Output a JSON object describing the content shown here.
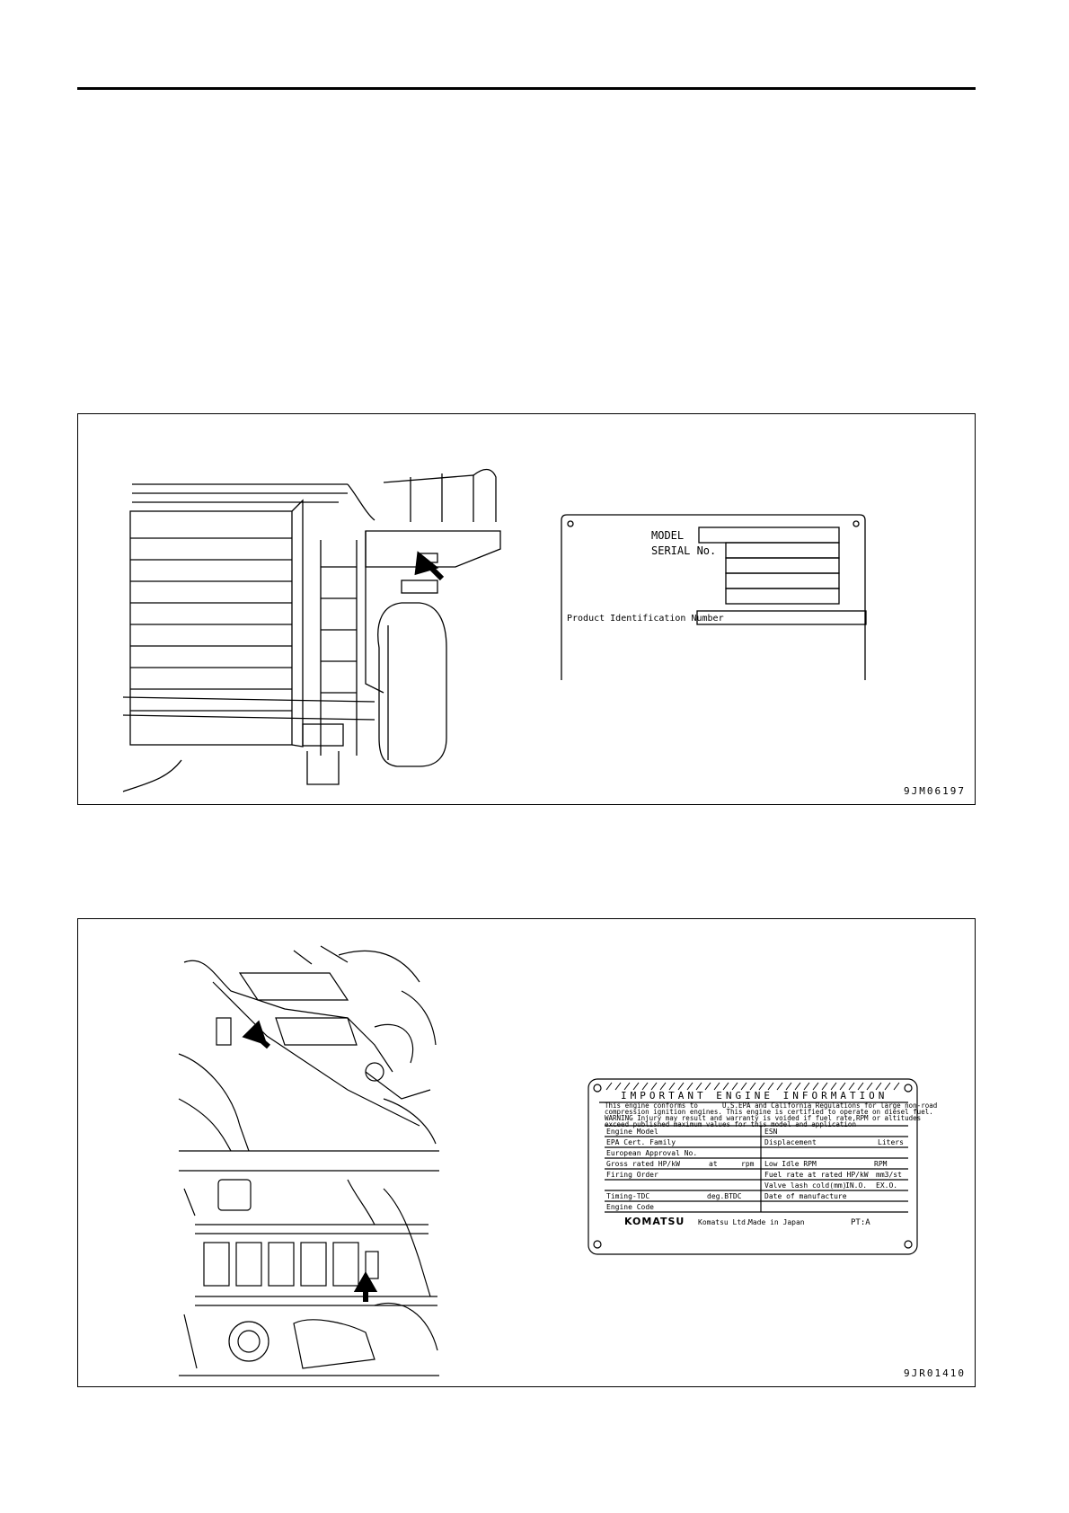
{
  "figure1": {
    "code": "9JM06197",
    "plate": {
      "model_label": "MODEL",
      "serial_label": "SERIAL No.",
      "pin_label": "Product Identification Number"
    }
  },
  "figure2": {
    "code": "9JR01410",
    "plate": {
      "title": "IMPORTANT ENGINE INFORMATION",
      "intro_line1": "This engine conforms to      U.S.EPA and California Regulations for large non-road",
      "intro_line2": "compression ignition engines. This engine is certified to operate on diesel fuel.",
      "intro_line3": "WARNING Injury may result and warranty is voided if fuel rate,RPM or altitudes",
      "intro_line4": "exceed published maximum values for this model and application",
      "rows": [
        {
          "left": "Engine Model",
          "right": "ESN"
        },
        {
          "left": "EPA Cert. Family",
          "right": "Displacement",
          "right2": "Liters"
        },
        {
          "left": "European Approval No.",
          "right": ""
        },
        {
          "left": "Gross rated HP/kW",
          "left_mid": "at",
          "left_end": "rpm",
          "right": "Low Idle RPM",
          "right2": "RPM"
        },
        {
          "left": "Firing Order",
          "right": "Fuel rate at rated HP/kW",
          "right2": "mm3/st"
        },
        {
          "left": "",
          "right": "Valve lash cold(mm)",
          "right_mid": "IN.O.",
          "right2": "EX.O."
        },
        {
          "left": "Timing-TDC",
          "left_end": "deg.BTDC",
          "right": "Date of manufacture"
        },
        {
          "left": "Engine Code",
          "right": ""
        }
      ],
      "brand": "KOMATSU",
      "maker": "Komatsu Ltd.",
      "origin": "Made in Japan",
      "part": "PT:A"
    }
  }
}
